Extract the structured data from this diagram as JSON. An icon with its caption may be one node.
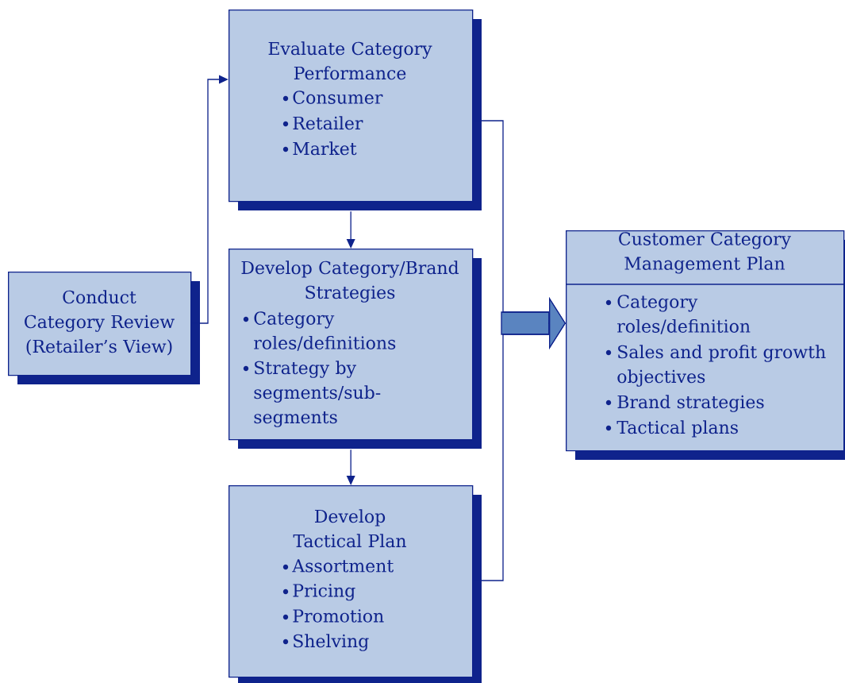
{
  "diagram": {
    "nodes": [
      {
        "text": [
          "Conduct Category Review (Retailer’s View)"
        ]
      },
      {
        "text": [
          "Evaluate Category Performance",
          "Consumer",
          "Retailer",
          "Market"
        ]
      },
      {
        "text": [
          "Develop Category/Brand Strategies",
          "Category roles/definitions",
          "Strategy by segments/sub-segments"
        ]
      },
      {
        "text": [
          "Develop Tactical Plan",
          "Assortment",
          "Pricing",
          "Promotion",
          "Shelving"
        ]
      },
      {
        "text": [
          "Customer Category Management Plan",
          "Category roles/definition",
          "Sales and profit growth objectives",
          "Brand strategies",
          "Tactical plans"
        ]
      }
    ],
    "edges": [
      {
        "from": 0,
        "to": 1,
        "arrow": "to"
      },
      {
        "from": 1,
        "to": 2,
        "arrow": "to"
      },
      {
        "from": 2,
        "to": 3,
        "arrow": "to"
      },
      {
        "from": 1,
        "to": 4,
        "arrow": "to"
      },
      {
        "from": 3,
        "to": 4,
        "arrow": "to"
      }
    ]
  }
}
